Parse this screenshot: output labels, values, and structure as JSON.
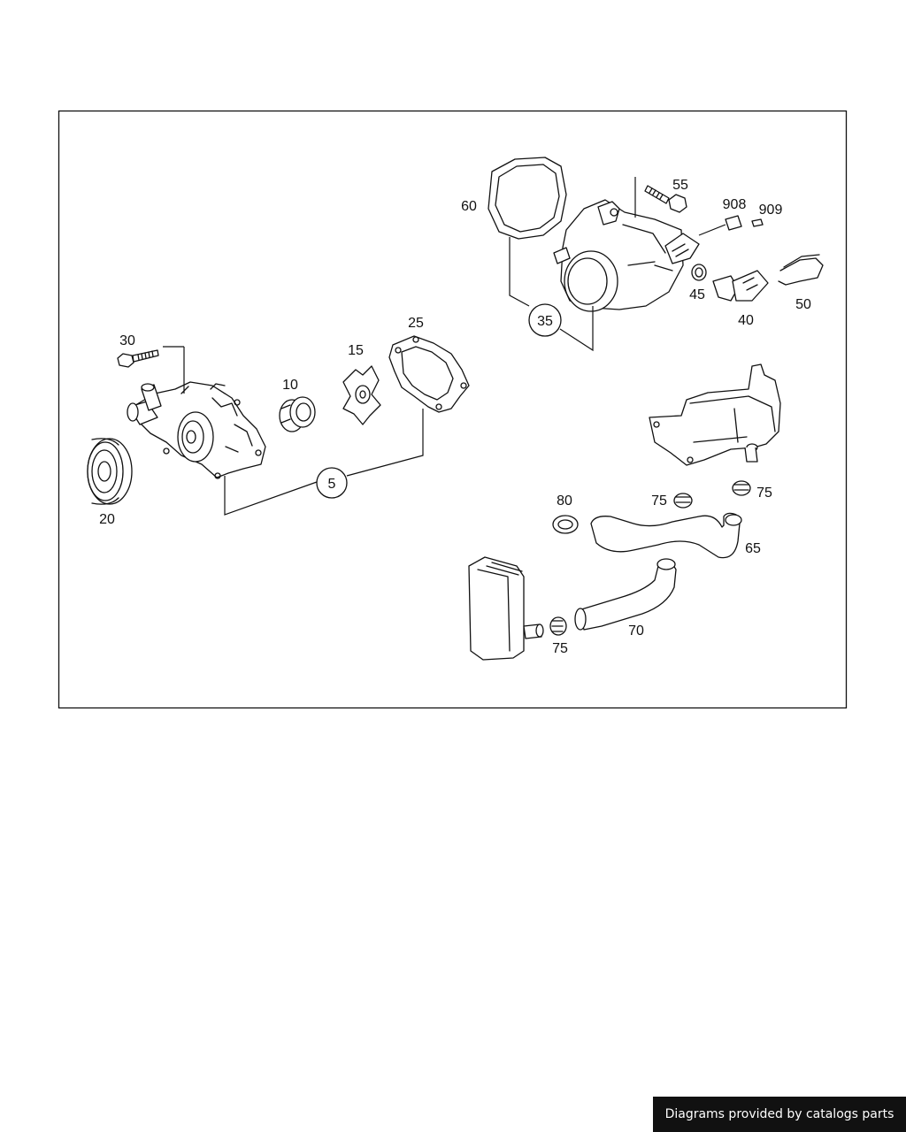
{
  "diagram": {
    "callouts": {
      "c5": "5",
      "c35": "35"
    },
    "parts": {
      "p10": "10",
      "p15": "15",
      "p20": "20",
      "p25": "25",
      "p30": "30",
      "p40": "40",
      "p45": "45",
      "p50": "50",
      "p55": "55",
      "p60": "60",
      "p65": "65",
      "p70": "70",
      "p75a": "75",
      "p75b": "75",
      "p75c": "75",
      "p80": "80",
      "p908": "908",
      "p909": "909"
    }
  },
  "footer": {
    "credit": "Diagrams provided by catalogs parts"
  },
  "colors": {
    "line": "#111111",
    "background": "#ffffff",
    "footer_bg": "#111111",
    "footer_text": "#ffffff"
  }
}
